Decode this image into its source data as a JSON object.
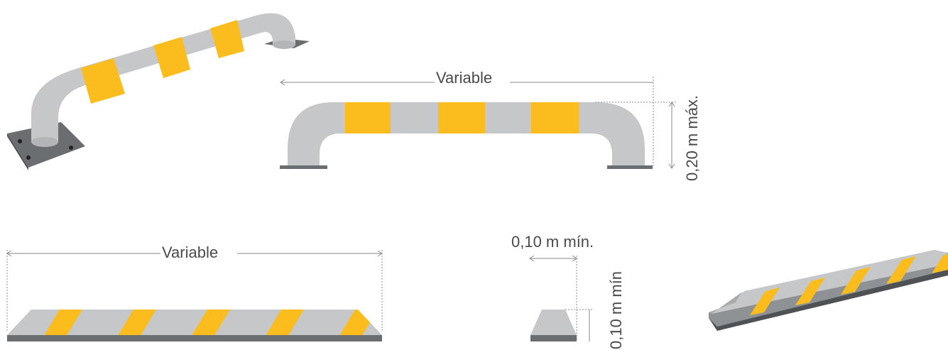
{
  "colors": {
    "gray": "#c6c7c9",
    "yellow": "#fbbd1d",
    "base": "#6b6e70",
    "base_dark": "#4f5254",
    "dim_line": "#8a8a8a",
    "text": "#4a4a4a"
  },
  "labels": {
    "hoop_width": "Variable",
    "hoop_height": "0,20 m máx.",
    "stop_width": "Variable",
    "stop_top_width": "0,10 m mín.",
    "stop_height": "0,10 m mín"
  }
}
